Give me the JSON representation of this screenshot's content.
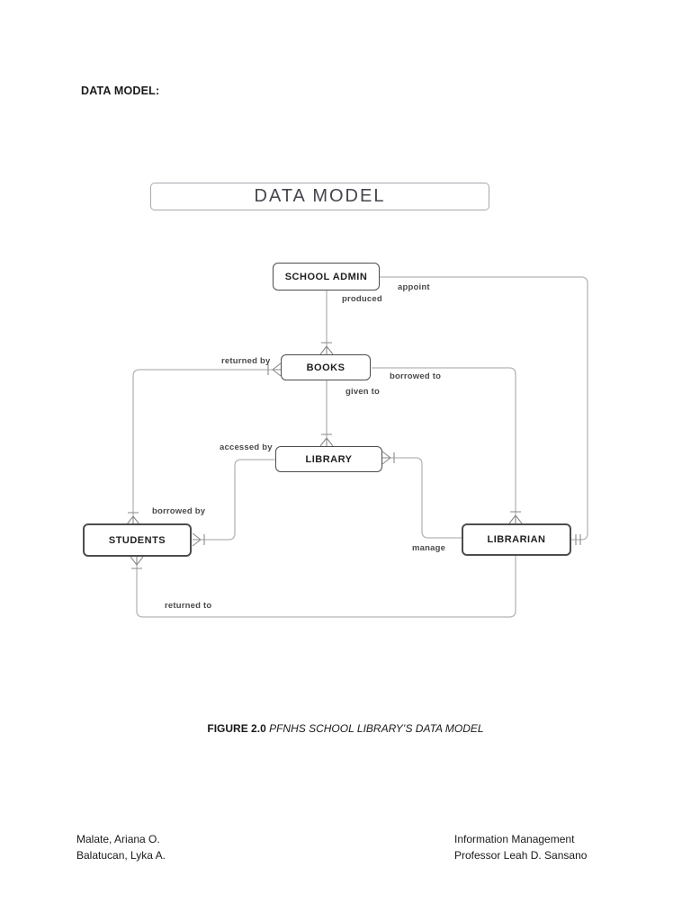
{
  "page": {
    "heading": "DATA MODEL:",
    "title": "DATA MODEL",
    "caption": {
      "figure": "FIGURE 2.0",
      "text": "PFNHS SCHOOL LIBRARY’S DATA MODEL"
    },
    "footer": {
      "left": [
        "Malate, Ariana O.",
        "Balatucan, Lyka A."
      ],
      "right": [
        "Information Management",
        "Professor Leah D. Sansano"
      ]
    }
  },
  "diagram": {
    "entities": {
      "school_admin": "SCHOOL ADMIN",
      "books": "BOOKS",
      "library": "LIBRARY",
      "students": "STUDENTS",
      "librarian": "LIBRARIAN"
    },
    "labels": {
      "appoint": "appoint",
      "produced": "produced",
      "returned_by": "returned by",
      "borrowed_to": "borrowed to",
      "given_to": "given to",
      "accessed_by": "accessed by",
      "borrowed_by": "borrowed by",
      "manage": "manage",
      "returned_to": "returned to"
    },
    "edges": [
      {
        "from": "SCHOOL ADMIN",
        "to": "BOOKS",
        "label": "produced",
        "marker_at_to": "crow-foot"
      },
      {
        "from": "SCHOOL ADMIN",
        "to": "LIBRARIAN",
        "label": "appoint",
        "marker_at_to": "double-bar"
      },
      {
        "from": "BOOKS",
        "to": "STUDENTS",
        "label": "returned by / borrowed by",
        "marker_at_from": "crow-foot",
        "marker_at_to": "crow-foot"
      },
      {
        "from": "BOOKS",
        "to": "LIBRARY",
        "label": "given to",
        "marker_at_to": "crow-foot"
      },
      {
        "from": "BOOKS",
        "to": "LIBRARIAN",
        "label": "borrowed to",
        "marker_at_to": "crow-foot"
      },
      {
        "from": "STUDENTS",
        "to": "LIBRARY",
        "label": "accessed by",
        "marker_at_from": "crow-foot"
      },
      {
        "from": "LIBRARY",
        "to": "LIBRARIAN",
        "label": "manage",
        "marker_at_from": "crow-foot"
      },
      {
        "from": "STUDENTS",
        "to": "LIBRARIAN",
        "label": "returned to",
        "marker_at_from": "crow-foot"
      }
    ],
    "colors": {
      "line": "#b5b5b5",
      "marker": "#8a8a8a",
      "entity_border": "#4d4d4d",
      "entity_text": "#1f1f1f",
      "label_text": "#4a4a4a",
      "title_text": "#45454d",
      "title_border": "#a9a9b0"
    }
  }
}
